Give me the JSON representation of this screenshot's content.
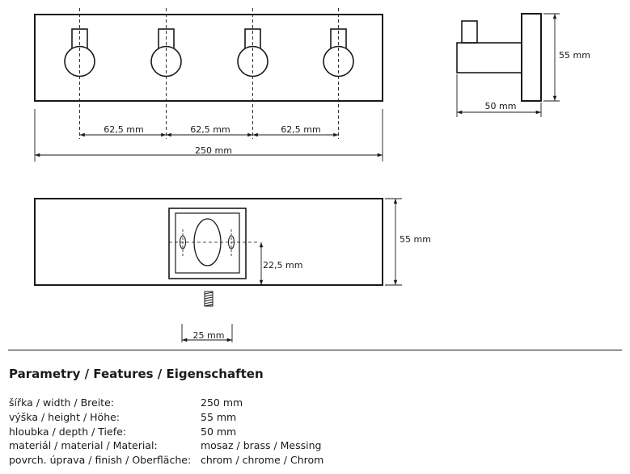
{
  "drawing": {
    "front_view": {
      "dimensions": {
        "spacing_1": "62,5 mm",
        "spacing_2": "62,5 mm",
        "spacing_3": "62,5 mm",
        "overall_width": "250 mm"
      }
    },
    "side_view": {
      "dimensions": {
        "height": "55 mm",
        "depth": "50 mm"
      }
    },
    "back_view": {
      "dimensions": {
        "height": "55 mm",
        "mount_offset": "22,5 mm",
        "screw_length": "25 mm"
      }
    }
  },
  "features": {
    "title": "Parametry / Features / Eigenschaften",
    "rows": [
      {
        "label": "šířka / width / Breite:",
        "value": "250 mm"
      },
      {
        "label": "výška / height / Höhe:",
        "value": "55 mm"
      },
      {
        "label": "hloubka / depth / Tiefe:",
        "value": "50 mm"
      },
      {
        "label": "materiál / material / Material:",
        "value": "mosaz / brass / Messing"
      },
      {
        "label": "povrch. úprava / finish / Oberfläche:",
        "value": "chrom / chrome / Chrom"
      }
    ]
  }
}
